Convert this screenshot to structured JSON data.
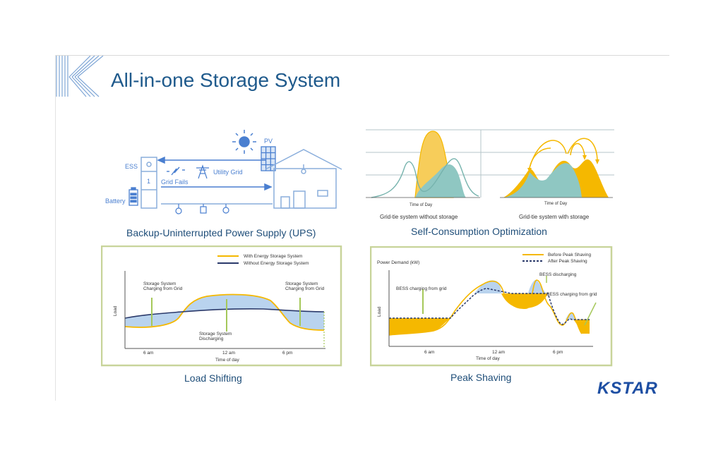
{
  "header": {
    "title": "All-in-one Storage System"
  },
  "ups": {
    "caption": "Backup-Uninterrupted Power Supply (UPS)",
    "labels": {
      "ess": "ESS",
      "battery": "Battery",
      "pv": "PV",
      "utility_grid": "Utility Grid",
      "grid_fails": "Grid Fails",
      "unit_number": "1"
    }
  },
  "self_consumption": {
    "caption": "Self-Consumption Optimization",
    "left_axis": "Time of Day",
    "right_axis": "Time of Day",
    "left_label": "Grid-tie system without storage",
    "right_label": "Grid-tie system with storage"
  },
  "load_shifting": {
    "caption": "Load Shifting",
    "legend_with": "With Energy Storage System",
    "legend_without": "Without Energy Storage System",
    "ylabel": "Load",
    "xlabel": "Time of day",
    "ticks": [
      "6 am",
      "12 am",
      "6 pm"
    ],
    "ann_charge_left": [
      "Storage System",
      "Charging from Grid"
    ],
    "ann_charge_right": [
      "Storage System",
      "Charging from Grid"
    ],
    "ann_discharge": [
      "Storage System",
      "Discharging"
    ]
  },
  "peak_shaving": {
    "caption": "Peak Shaving",
    "legend_before": "Before Peak Shaving",
    "legend_after": "After Peak Shaving",
    "ylabel": "Load",
    "power_label": "Power Demand (kW)",
    "xlabel": "Time of day",
    "ticks": [
      "6 am",
      "12 am",
      "6 pm"
    ],
    "ann_charging_left": "BESS charging from grid",
    "ann_discharging": "BESS discharging",
    "ann_charging_right": "BESS charging from grid"
  },
  "brand": {
    "logo_text": "KSTAR"
  },
  "colors": {
    "title_blue": "#1f5a8c",
    "diagram_blue": "#4a7fd0",
    "yellow": "#f5b800",
    "teal_fill": "#8fc7c2",
    "frame_green": "#c8d49a",
    "navy": "#2b3a6b",
    "light_blue_fill": "#b9d3ee"
  }
}
